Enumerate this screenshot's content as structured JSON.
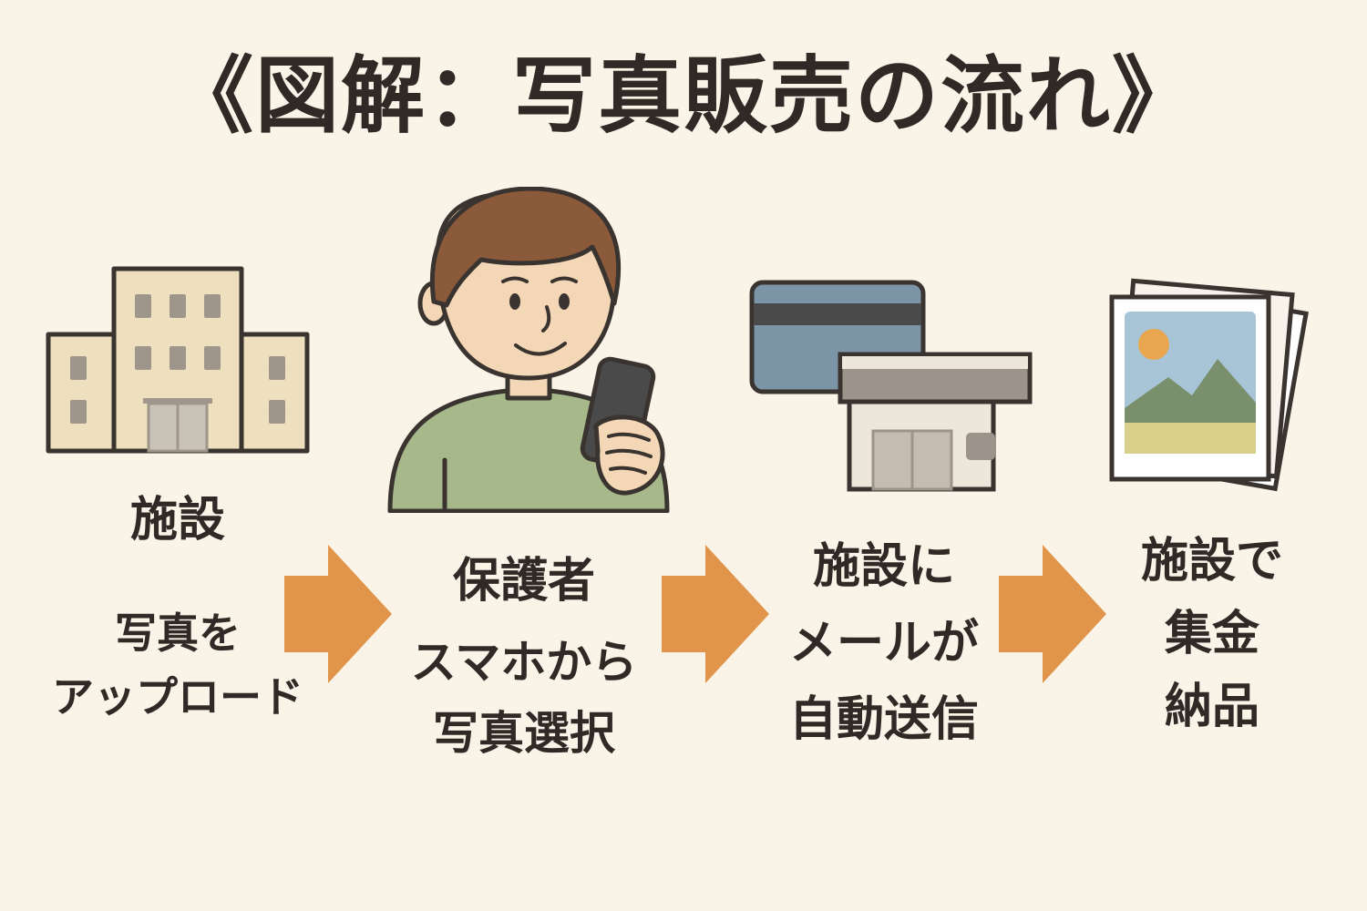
{
  "title": "《図解：写真販売の流れ》",
  "steps": [
    {
      "actor": "施設",
      "lines": [
        "写真を",
        "アップロード"
      ]
    },
    {
      "actor": "保護者",
      "lines": [
        "スマホから",
        "写真選択"
      ]
    },
    {
      "lines": [
        "施設に",
        "メールが",
        "自動送信"
      ]
    },
    {
      "lines": [
        "施設で",
        "集金",
        "納品"
      ]
    }
  ],
  "icons": [
    "building-icon",
    "person-smartphone-icon",
    "card-store-icon",
    "photos-icon"
  ],
  "colors": {
    "background": "#faf4e8",
    "arrow": "#e0954a",
    "outline": "#3a3430",
    "building": "#eee0bf",
    "shirt": "#a7b98b",
    "card": "#7b95a6"
  }
}
